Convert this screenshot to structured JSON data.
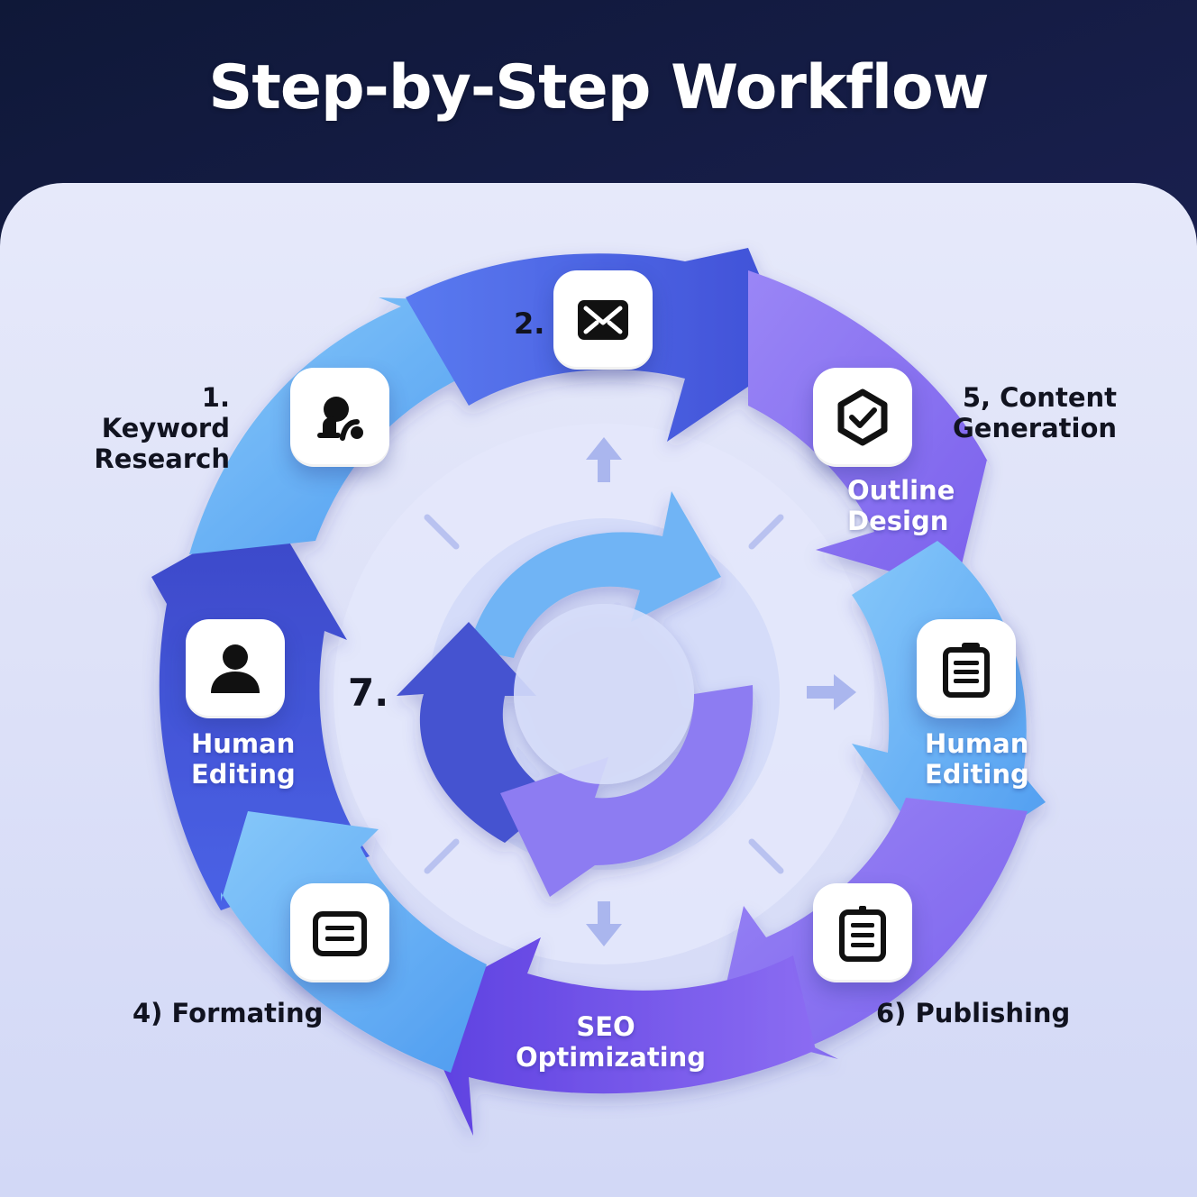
{
  "title": "Step-by-Step Workflow",
  "steps": {
    "keyword": "1. Keyword\nResearch",
    "step2": "2.",
    "content": "5, Content\nGeneration",
    "outline": "Outline\nDesign",
    "editing_right": "Human\nEditing",
    "editing_left": "Human\nEditing",
    "center": "7.",
    "formating": "4) Formating",
    "seo": "SEO\nOptimizating",
    "publishing": "6) Publishing"
  },
  "icons": {
    "keyword": "user-search-icon",
    "step2": "mail-icon",
    "content": "shield-check-icon",
    "editing_right": "document-icon",
    "editing_left": "person-icon",
    "formating": "text-box-icon",
    "publishing": "clipboard-icon"
  },
  "colors": {
    "header_dark": "#0f1838",
    "header_accent": "#5a48d0",
    "arrow_light_blue": "#6fb6f4",
    "arrow_blue": "#4f5fe0",
    "arrow_purple": "#8a6ff0",
    "arrow_violet": "#6a4de6"
  }
}
